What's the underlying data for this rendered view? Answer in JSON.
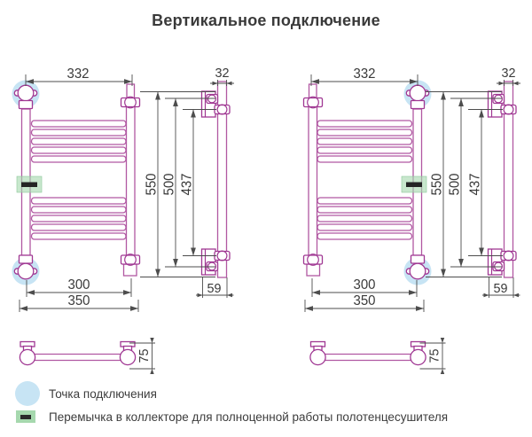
{
  "title": "Вертикальное подключение",
  "colors": {
    "outline": "#b158a2",
    "fitting": "#a03893",
    "connection_halo": "#c7e4f4",
    "jumper_fill": "#a6d8ae",
    "jumper_dash": "#252525",
    "dimension_lines": "#4d4d4d",
    "text": "#3a3a3a"
  },
  "views": {
    "left": {
      "dims": {
        "top_width": "332",
        "side_width": "32",
        "height_overall": "550",
        "height_axis": "500",
        "height_inner": "437",
        "bottom_axis": "300",
        "bottom_overall": "350",
        "side_depth": "59",
        "profile_depth": "75"
      }
    },
    "right": {
      "dims": {
        "top_width": "332",
        "side_width": "32",
        "height_overall": "550",
        "height_axis": "500",
        "height_inner": "437",
        "bottom_axis": "300",
        "bottom_overall": "350",
        "side_depth": "59",
        "profile_depth": "75"
      }
    }
  },
  "legend": {
    "items": [
      {
        "id": "connection-point",
        "label": "Точка подключения"
      },
      {
        "id": "collector-jumper",
        "label": "Перемычка в коллекторе для полноценной работы полотенцесушителя"
      }
    ]
  }
}
